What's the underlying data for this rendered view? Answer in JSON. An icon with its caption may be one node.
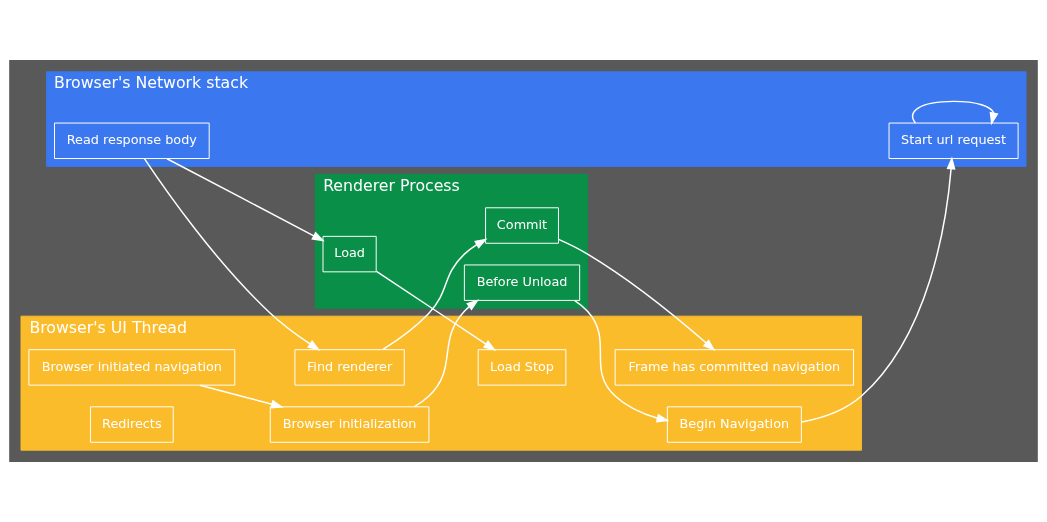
{
  "diagram": {
    "nodes": [
      {
        "text": [
          "Browser's UI Thread"
        ]
      },
      {
        "text": [
          "Browser initiated navigation"
        ],
        "in": 0
      },
      {
        "text": [
          "Browser initialization"
        ],
        "in": 0
      },
      {
        "text": [
          "Begin Navigation"
        ],
        "in": 0
      },
      {
        "text": [
          "Redirects"
        ],
        "in": 0
      },
      {
        "text": [
          "Find renderer"
        ],
        "in": 0
      },
      {
        "text": [
          "Frame has committed navigation"
        ],
        "in": 0
      },
      {
        "text": [
          "Load Stop"
        ],
        "in": 0
      },
      {
        "text": [
          "Browser's Network stack"
        ]
      },
      {
        "text": [
          "Start url request"
        ],
        "in": 8
      },
      {
        "text": [
          "Read response body"
        ],
        "in": 8
      },
      {
        "text": [
          "Renderer Process"
        ]
      },
      {
        "text": [
          "Before Unload"
        ],
        "in": 11
      },
      {
        "text": [
          "Commit"
        ],
        "in": 11
      },
      {
        "text": [
          "Load"
        ],
        "in": 11
      }
    ],
    "edges": [
      {
        "from": 1,
        "to": 2,
        "arrow": "to"
      },
      {
        "from": 2,
        "to": 12,
        "arrow": "to"
      },
      {
        "from": 12,
        "to": 3,
        "arrow": "to"
      },
      {
        "from": 3,
        "to": 9,
        "arrow": "to"
      },
      {
        "from": 9,
        "to": 9,
        "arrow": "to"
      },
      {
        "from": 10,
        "to": 5,
        "arrow": "to"
      },
      {
        "from": 5,
        "to": 13,
        "arrow": "to"
      },
      {
        "from": 13,
        "to": 6,
        "arrow": "to"
      },
      {
        "from": 10,
        "to": 14,
        "arrow": "to"
      },
      {
        "from": 14,
        "to": 7,
        "arrow": "to"
      }
    ]
  }
}
